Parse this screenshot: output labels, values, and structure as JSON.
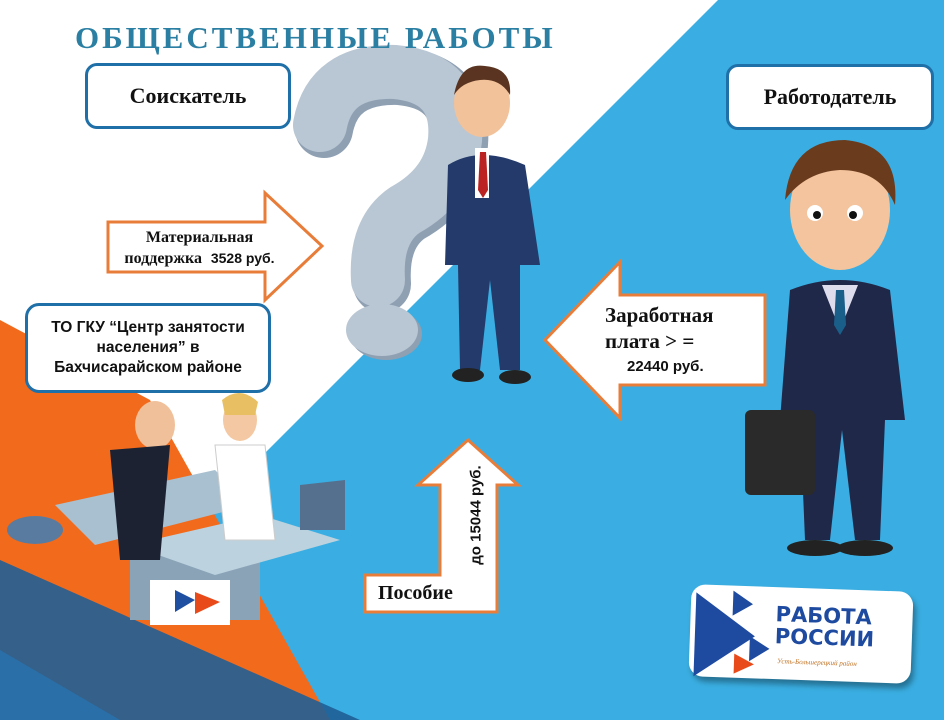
{
  "title": "ОБЩЕСТВЕННЫЕ РАБОТЫ",
  "roles": {
    "seeker": "Соискатель",
    "employer": "Работодатель"
  },
  "material_support": {
    "line1": "Материальная",
    "line2": "поддержка",
    "amount": "3528 руб."
  },
  "employment_center": {
    "line1": "ТО ГКУ “Центр занятости",
    "line2": "населения” в",
    "line3": "Бахчисарайском районе"
  },
  "salary": {
    "line1": "Заработная",
    "line2": "плата > =",
    "amount": "22440 руб."
  },
  "benefit": {
    "label": "Пособие",
    "amount": "до 15044 руб."
  },
  "logo": {
    "line1": "РАБОТА",
    "line2": "РОССИИ",
    "subtitle": "Усть-Большерецкий район"
  },
  "colors": {
    "blue": "#3aaee2",
    "orange": "#f26a1b",
    "dark_blue": "#1f5f96",
    "title": "#2b7fa3"
  }
}
